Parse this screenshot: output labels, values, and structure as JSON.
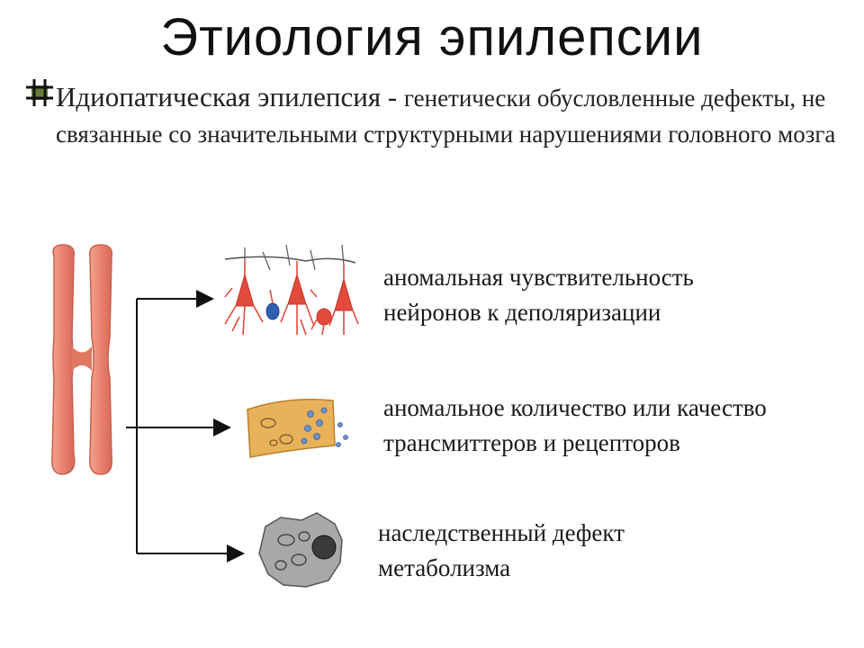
{
  "slide": {
    "title": "Этиология эпилепсии",
    "intro_lead": "Идиопатическая эпилепсия - ",
    "intro_rest": "генетически обусловленные дефекты, не связанные со значительными структурными нарушениями головного мозга"
  },
  "outcomes": [
    {
      "label_line1": "аномальная чувствительность",
      "label_line2": "нейронов к деполяризации",
      "icon": "neurons-icon"
    },
    {
      "label_line1": "аномальное количество или качество",
      "label_line2": "трансмиттеров и рецепторов",
      "icon": "synapse-terminal-icon"
    },
    {
      "label_line1": "наследственный дефект",
      "label_line2": "метаболизма",
      "icon": "cell-icon"
    }
  ],
  "colors": {
    "chromosome": "#e8826e",
    "neuron": "#e24a3c",
    "neuron_accent": "#2f5fb0",
    "terminal": "#e8b25a",
    "cell": "#8c8c8c",
    "bullet": "#6b7a3a"
  }
}
